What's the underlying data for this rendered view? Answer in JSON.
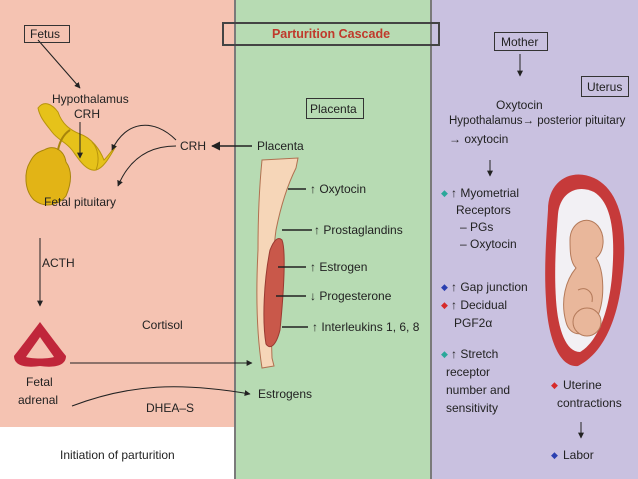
{
  "title": "Parturition Cascade",
  "footer": "Initiation of parturition",
  "fetus": {
    "box": "Fetus",
    "hypothalamus": "Hypothalamus",
    "crh": "CRH",
    "fetal_pituitary": "Fetal pituitary",
    "acth": "ACTH",
    "cortisol": "Cortisol",
    "fetal_adrenal_1": "Fetal",
    "fetal_adrenal_2": "adrenal",
    "dhea_s": "DHEA–S"
  },
  "placenta": {
    "box": "Placenta",
    "crh_arrow_label": "CRH",
    "source": "Placenta",
    "items": [
      "↑ Oxytocin",
      "↑ Prostaglandins",
      "↑ Estrogen",
      "↓ Progesterone",
      "↑ Interleukins 1, 6, 8"
    ],
    "estrogens": "Estrogens"
  },
  "mother": {
    "box": "Mother",
    "uterus_box": "Uterus",
    "oxytocin": "Oxytocin",
    "hypo_line": "Hypothalamus→ posterior pituitary",
    "oxy_line": "→ oxytocin",
    "myometrial": [
      "↑ Myometrial",
      "Receptors",
      "– PGs",
      "– Oxytocin"
    ],
    "gap": "↑ Gap junction",
    "decidual": [
      "↑ Decidual",
      "PGF2α"
    ],
    "stretch": [
      "↑ Stretch",
      "receptor",
      "number and",
      "sensitivity"
    ],
    "uterine": [
      "Uterine",
      "contractions"
    ],
    "labor": "Labor"
  },
  "colors": {
    "red_dot": "#d62a2a",
    "teal_dot": "#2aa89a",
    "blue_dot": "#2a3fb0"
  }
}
